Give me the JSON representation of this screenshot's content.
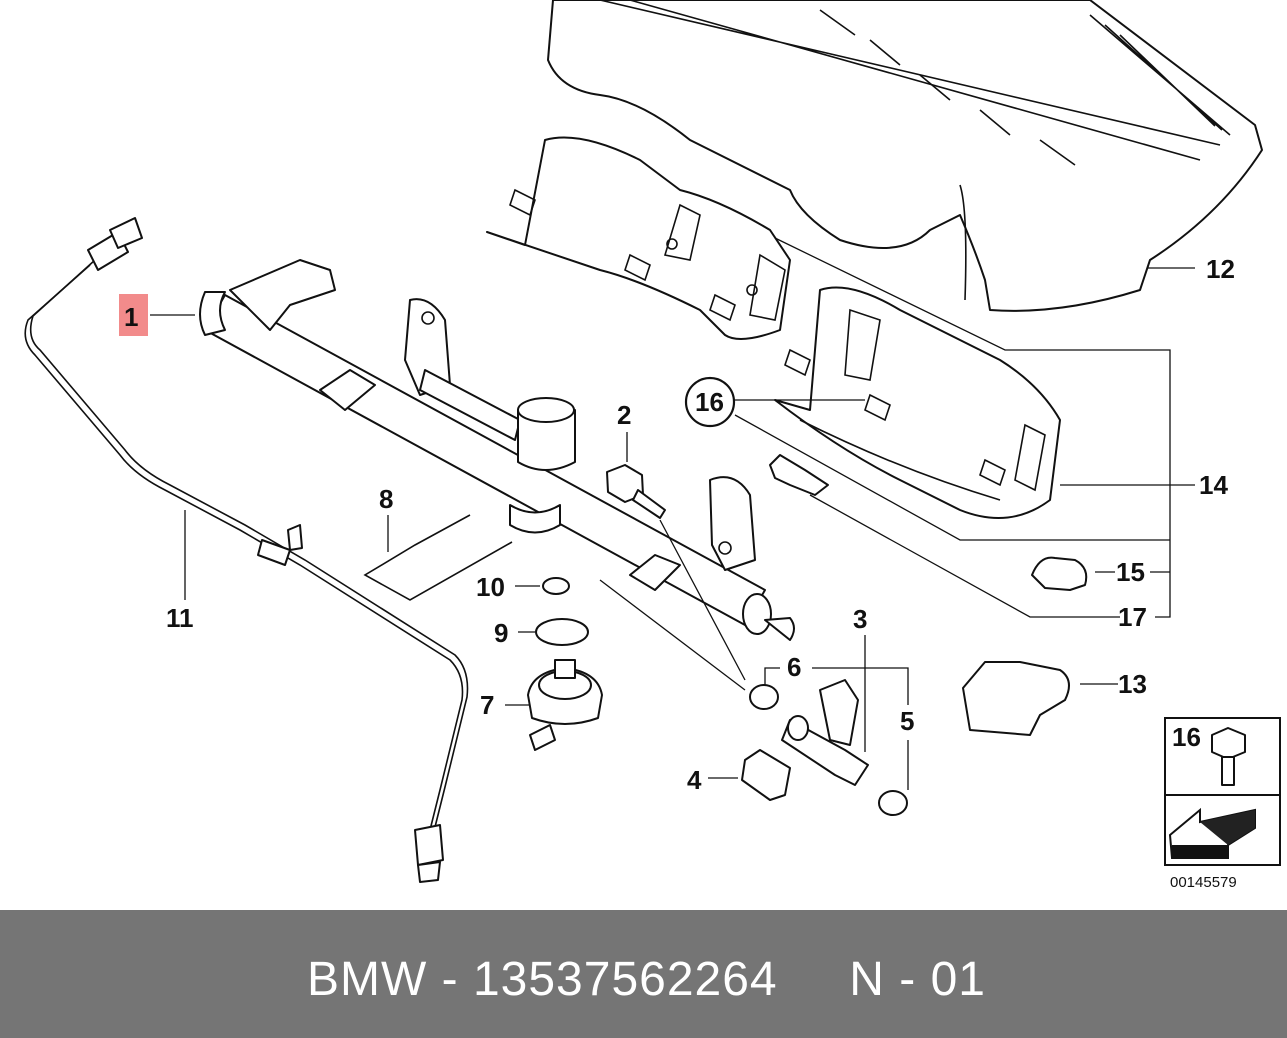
{
  "diagram": {
    "labels": [
      "1",
      "2",
      "3",
      "4",
      "5",
      "6",
      "7",
      "8",
      "9",
      "10",
      "11",
      "12",
      "13",
      "14",
      "15",
      "16",
      "17"
    ],
    "callout_16": "16",
    "inset_label": "16",
    "catalog_number": "00145579",
    "highlight_color": "#f28b8b"
  },
  "footer": {
    "text": "BMW - 13537562264     N - 01",
    "background": "#757575"
  }
}
